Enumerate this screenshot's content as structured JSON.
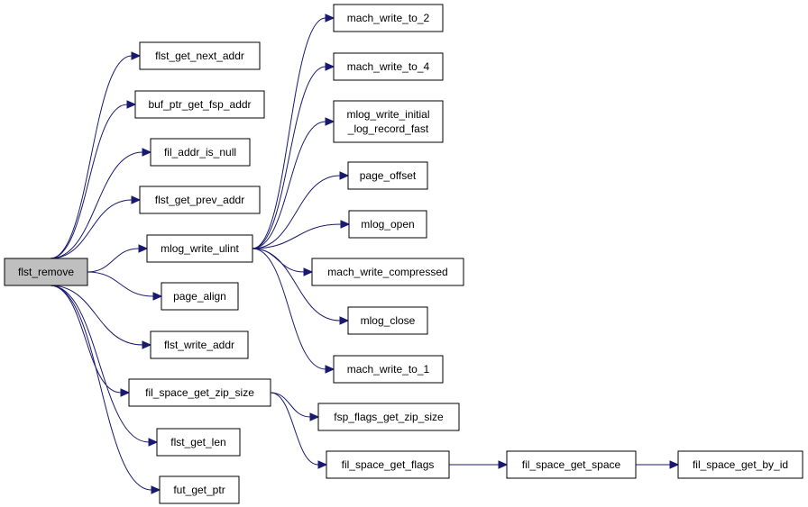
{
  "graph": {
    "edge_color": "#191970",
    "root_fill": "#bfbfbf",
    "nodes": [
      {
        "id": "flst_remove",
        "lines": [
          "flst_remove"
        ],
        "root": true
      },
      {
        "id": "flst_get_next_addr",
        "lines": [
          "flst_get_next_addr"
        ]
      },
      {
        "id": "buf_ptr_get_fsp_addr",
        "lines": [
          "buf_ptr_get_fsp_addr"
        ]
      },
      {
        "id": "fil_addr_is_null",
        "lines": [
          "fil_addr_is_null"
        ]
      },
      {
        "id": "flst_get_prev_addr",
        "lines": [
          "flst_get_prev_addr"
        ]
      },
      {
        "id": "mlog_write_ulint",
        "lines": [
          "mlog_write_ulint"
        ]
      },
      {
        "id": "page_align",
        "lines": [
          "page_align"
        ]
      },
      {
        "id": "flst_write_addr",
        "lines": [
          "flst_write_addr"
        ]
      },
      {
        "id": "fil_space_get_zip_size",
        "lines": [
          "fil_space_get_zip_size"
        ]
      },
      {
        "id": "flst_get_len",
        "lines": [
          "flst_get_len"
        ]
      },
      {
        "id": "fut_get_ptr",
        "lines": [
          "fut_get_ptr"
        ]
      },
      {
        "id": "mach_write_to_2",
        "lines": [
          "mach_write_to_2"
        ]
      },
      {
        "id": "mach_write_to_4",
        "lines": [
          "mach_write_to_4"
        ]
      },
      {
        "id": "mlog_write_initial_log_record_fast",
        "lines": [
          "mlog_write_initial",
          "_log_record_fast"
        ]
      },
      {
        "id": "page_offset",
        "lines": [
          "page_offset"
        ]
      },
      {
        "id": "mlog_open",
        "lines": [
          "mlog_open"
        ]
      },
      {
        "id": "mach_write_compressed",
        "lines": [
          "mach_write_compressed"
        ]
      },
      {
        "id": "mlog_close",
        "lines": [
          "mlog_close"
        ]
      },
      {
        "id": "mach_write_to_1",
        "lines": [
          "mach_write_to_1"
        ]
      },
      {
        "id": "fsp_flags_get_zip_size",
        "lines": [
          "fsp_flags_get_zip_size"
        ]
      },
      {
        "id": "fil_space_get_flags",
        "lines": [
          "fil_space_get_flags"
        ]
      },
      {
        "id": "fil_space_get_space",
        "lines": [
          "fil_space_get_space"
        ]
      },
      {
        "id": "fil_space_get_by_id",
        "lines": [
          "fil_space_get_by_id"
        ]
      }
    ],
    "edges": [
      {
        "from": "flst_remove",
        "to": "flst_get_next_addr"
      },
      {
        "from": "flst_remove",
        "to": "buf_ptr_get_fsp_addr"
      },
      {
        "from": "flst_remove",
        "to": "fil_addr_is_null"
      },
      {
        "from": "flst_remove",
        "to": "flst_get_prev_addr"
      },
      {
        "from": "flst_remove",
        "to": "mlog_write_ulint"
      },
      {
        "from": "flst_remove",
        "to": "page_align"
      },
      {
        "from": "flst_remove",
        "to": "flst_write_addr"
      },
      {
        "from": "flst_remove",
        "to": "fil_space_get_zip_size"
      },
      {
        "from": "flst_remove",
        "to": "flst_get_len"
      },
      {
        "from": "flst_remove",
        "to": "fut_get_ptr"
      },
      {
        "from": "mlog_write_ulint",
        "to": "mach_write_to_2"
      },
      {
        "from": "mlog_write_ulint",
        "to": "mach_write_to_4"
      },
      {
        "from": "mlog_write_ulint",
        "to": "mlog_write_initial_log_record_fast"
      },
      {
        "from": "mlog_write_ulint",
        "to": "page_offset"
      },
      {
        "from": "mlog_write_ulint",
        "to": "mlog_open"
      },
      {
        "from": "mlog_write_ulint",
        "to": "mach_write_compressed"
      },
      {
        "from": "mlog_write_ulint",
        "to": "mlog_close"
      },
      {
        "from": "mlog_write_ulint",
        "to": "mach_write_to_1"
      },
      {
        "from": "fil_space_get_zip_size",
        "to": "fsp_flags_get_zip_size"
      },
      {
        "from": "fil_space_get_zip_size",
        "to": "fil_space_get_flags"
      },
      {
        "from": "fil_space_get_flags",
        "to": "fil_space_get_space"
      },
      {
        "from": "fil_space_get_space",
        "to": "fil_space_get_by_id"
      }
    ]
  }
}
